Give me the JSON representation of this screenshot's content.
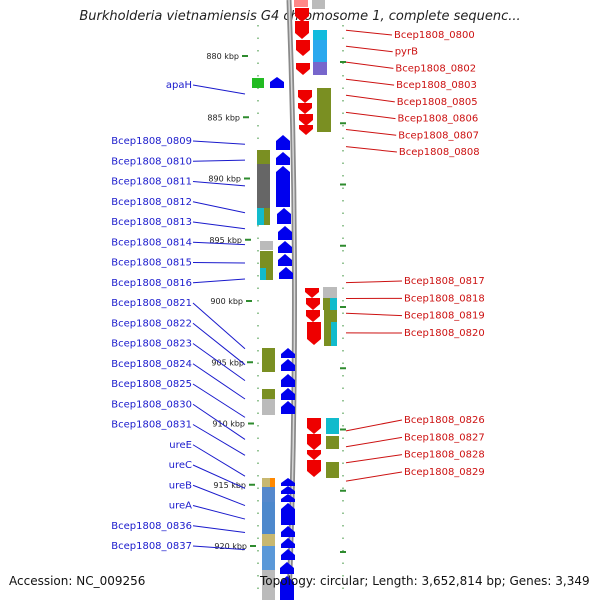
{
  "title": "Burkholderia vietnamiensis G4 chromosome 1, complete sequenc...",
  "footer": {
    "accession": "Accession: NC_009256",
    "stats": "Topology: circular; Length: 3,652,814 bp; Genes: 3,349"
  },
  "colors": {
    "forward_strand": "#0000ee",
    "reverse_strand": "#ee0000",
    "left_labels": "#1a1acc",
    "right_labels": "#cc1111",
    "ruler_ticks": "#2e8b2e",
    "backbone": "#888888"
  },
  "ruler": [
    {
      "kbp": 880,
      "label": "880 kbp"
    },
    {
      "kbp": 885,
      "label": "885 kbp"
    },
    {
      "kbp": 890,
      "label": "890 kbp"
    },
    {
      "kbp": 895,
      "label": "895 kbp"
    },
    {
      "kbp": 900,
      "label": "900 kbp"
    },
    {
      "kbp": 905,
      "label": "905 kbp"
    },
    {
      "kbp": 910,
      "label": "910 kbp"
    },
    {
      "kbp": 915,
      "label": "915 kbp"
    },
    {
      "kbp": 920,
      "label": "920 kbp"
    }
  ],
  "left_genes": [
    {
      "name": "apaH",
      "kbp": 883.1
    },
    {
      "name": "Bcep1808_0809",
      "kbp": 887.2
    },
    {
      "name": "Bcep1808_0810",
      "kbp": 888.5
    },
    {
      "name": "Bcep1808_0811",
      "kbp": 890.6
    },
    {
      "name": "Bcep1808_0812",
      "kbp": 892.8
    },
    {
      "name": "Bcep1808_0813",
      "kbp": 894.1
    },
    {
      "name": "Bcep1808_0814",
      "kbp": 895.4
    },
    {
      "name": "Bcep1808_0815",
      "kbp": 896.9
    },
    {
      "name": "Bcep1808_0816",
      "kbp": 898.2
    },
    {
      "name": "Bcep1808_0821",
      "kbp": 903.9
    },
    {
      "name": "Bcep1808_0822",
      "kbp": 905.2
    },
    {
      "name": "Bcep1808_0823",
      "kbp": 906.5
    },
    {
      "name": "Bcep1808_0824",
      "kbp": 908.0
    },
    {
      "name": "Bcep1808_0825",
      "kbp": 909.5
    },
    {
      "name": "Bcep1808_0830",
      "kbp": 911.3
    },
    {
      "name": "Bcep1808_0831",
      "kbp": 912.6
    },
    {
      "name": "ureE",
      "kbp": 914.3
    },
    {
      "name": "ureC",
      "kbp": 915.3
    },
    {
      "name": "ureB",
      "kbp": 916.7
    },
    {
      "name": "ureA",
      "kbp": 917.8
    },
    {
      "name": "Bcep1808_0836",
      "kbp": 918.9
    },
    {
      "name": "Bcep1808_0837",
      "kbp": 920.3
    }
  ],
  "right_genes": [
    {
      "name": "Bcep1808_0800",
      "kbp": 877.9
    },
    {
      "name": "pyrB",
      "kbp": 879.2
    },
    {
      "name": "Bcep1808_0802",
      "kbp": 880.5
    },
    {
      "name": "Bcep1808_0803",
      "kbp": 881.9
    },
    {
      "name": "Bcep1808_0805",
      "kbp": 883.2
    },
    {
      "name": "Bcep1808_0806",
      "kbp": 884.6
    },
    {
      "name": "Bcep1808_0807",
      "kbp": 886.0
    },
    {
      "name": "Bcep1808_0808",
      "kbp": 887.4
    },
    {
      "name": "Bcep1808_0817",
      "kbp": 898.5
    },
    {
      "name": "Bcep1808_0818",
      "kbp": 899.8
    },
    {
      "name": "Bcep1808_0819",
      "kbp": 901.0
    },
    {
      "name": "Bcep1808_0820",
      "kbp": 902.6
    },
    {
      "name": "Bcep1808_0826",
      "kbp": 910.6
    },
    {
      "name": "Bcep1808_0827",
      "kbp": 911.9
    },
    {
      "name": "Bcep1808_0828",
      "kbp": 913.2
    },
    {
      "name": "Bcep1808_0829",
      "kbp": 914.7
    }
  ]
}
